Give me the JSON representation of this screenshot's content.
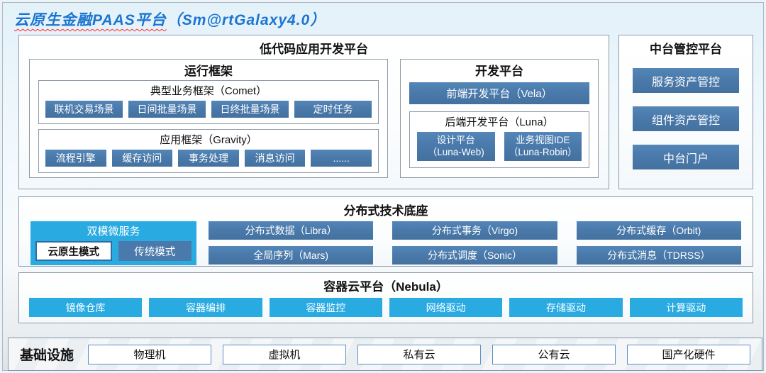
{
  "page": {
    "title_zh": "云原生金融PAAS平台",
    "title_en": "（Sm@rtGalaxy4.0）"
  },
  "low_code": {
    "title": "低代码应用开发平台",
    "runtime": {
      "title": "运行框架",
      "comet": {
        "title": "典型业务框架（Comet）",
        "items": [
          "联机交易场景",
          "日间批量场景",
          "日终批量场景",
          "定时任务"
        ]
      },
      "gravity": {
        "title": "应用框架（Gravity）",
        "items": [
          "流程引擎",
          "缓存访问",
          "事务处理",
          "消息访问",
          "......"
        ]
      }
    },
    "dev": {
      "title": "开发平台",
      "vela": "前端开发平台（Vela）",
      "luna": {
        "title": "后端开发平台（Luna）",
        "items": [
          {
            "line1": "设计平台",
            "line2": "（Luna-Web)"
          },
          {
            "line1": "业务视图IDE",
            "line2": "（Luna-Robin）"
          }
        ]
      }
    }
  },
  "midplatform": {
    "title": "中台管控平台",
    "items": [
      "服务资产管控",
      "组件资产管控",
      "中台门户"
    ]
  },
  "distributed": {
    "title": "分布式技术底座",
    "dual_mode": {
      "title": "双模微服务",
      "modes": [
        "云原生模式",
        "传统模式"
      ]
    },
    "items": [
      "分布式数据（Libra）",
      "分布式事务（Virgo)",
      "分布式缓存（Orbit)",
      "全局序列（Mars)",
      "分布式调度（Sonic）",
      "分布式消息（TDRSS）"
    ]
  },
  "container_cloud": {
    "title": "容器云平台（Nebula）",
    "items": [
      "镜像仓库",
      "容器编排",
      "容器监控",
      "网络驱动",
      "存储驱动",
      "计算驱动"
    ]
  },
  "infrastructure": {
    "title": "基础设施",
    "items": [
      "物理机",
      "虚拟机",
      "私有云",
      "公有云",
      "国产化硬件"
    ]
  },
  "colors": {
    "steel_blue": "#4a7aab",
    "cyan": "#29abe2",
    "title_blue": "#1b75d1",
    "border_gray": "#8d9aa8",
    "infra_border_blue": "#5b8fc9"
  }
}
